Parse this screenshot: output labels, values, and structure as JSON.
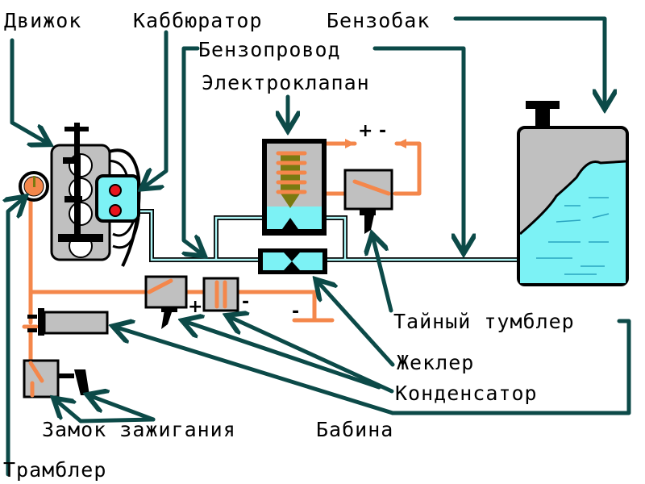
{
  "title": "Схема подключения электроклапана бензопровода",
  "labels": {
    "engine": "Движок",
    "carburetor": "Каббюратор",
    "fuel_tank": "Бензобак",
    "fuel_line": "Бензопровод",
    "solenoid_valve": "Электроклапан",
    "secret_switch": "Тайный тумблер",
    "jet": "Жеклер",
    "capacitor": "Конденсатор",
    "ignition_lock": "Замок зажигания",
    "coil": "Бабина",
    "distributor": "Трамблер"
  },
  "polarity": {
    "plus": "+",
    "minus": "-"
  },
  "colors": {
    "pointer": "#0c4a48",
    "wire": "#f4874b",
    "fuel": "#7cf2f5",
    "housing": "#c0c0c0",
    "valve_core": "#7a7a10",
    "carb_jets": "#e8141c"
  },
  "icons": {
    "engine": "engine-icon",
    "carburetor": "carburetor-icon",
    "tank": "fuel-tank-icon",
    "valve": "solenoid-valve-icon",
    "switch": "toggle-switch-icon",
    "capacitor": "capacitor-icon",
    "coil": "ignition-coil-icon",
    "lock": "ignition-lock-icon",
    "distributor": "distributor-icon"
  }
}
